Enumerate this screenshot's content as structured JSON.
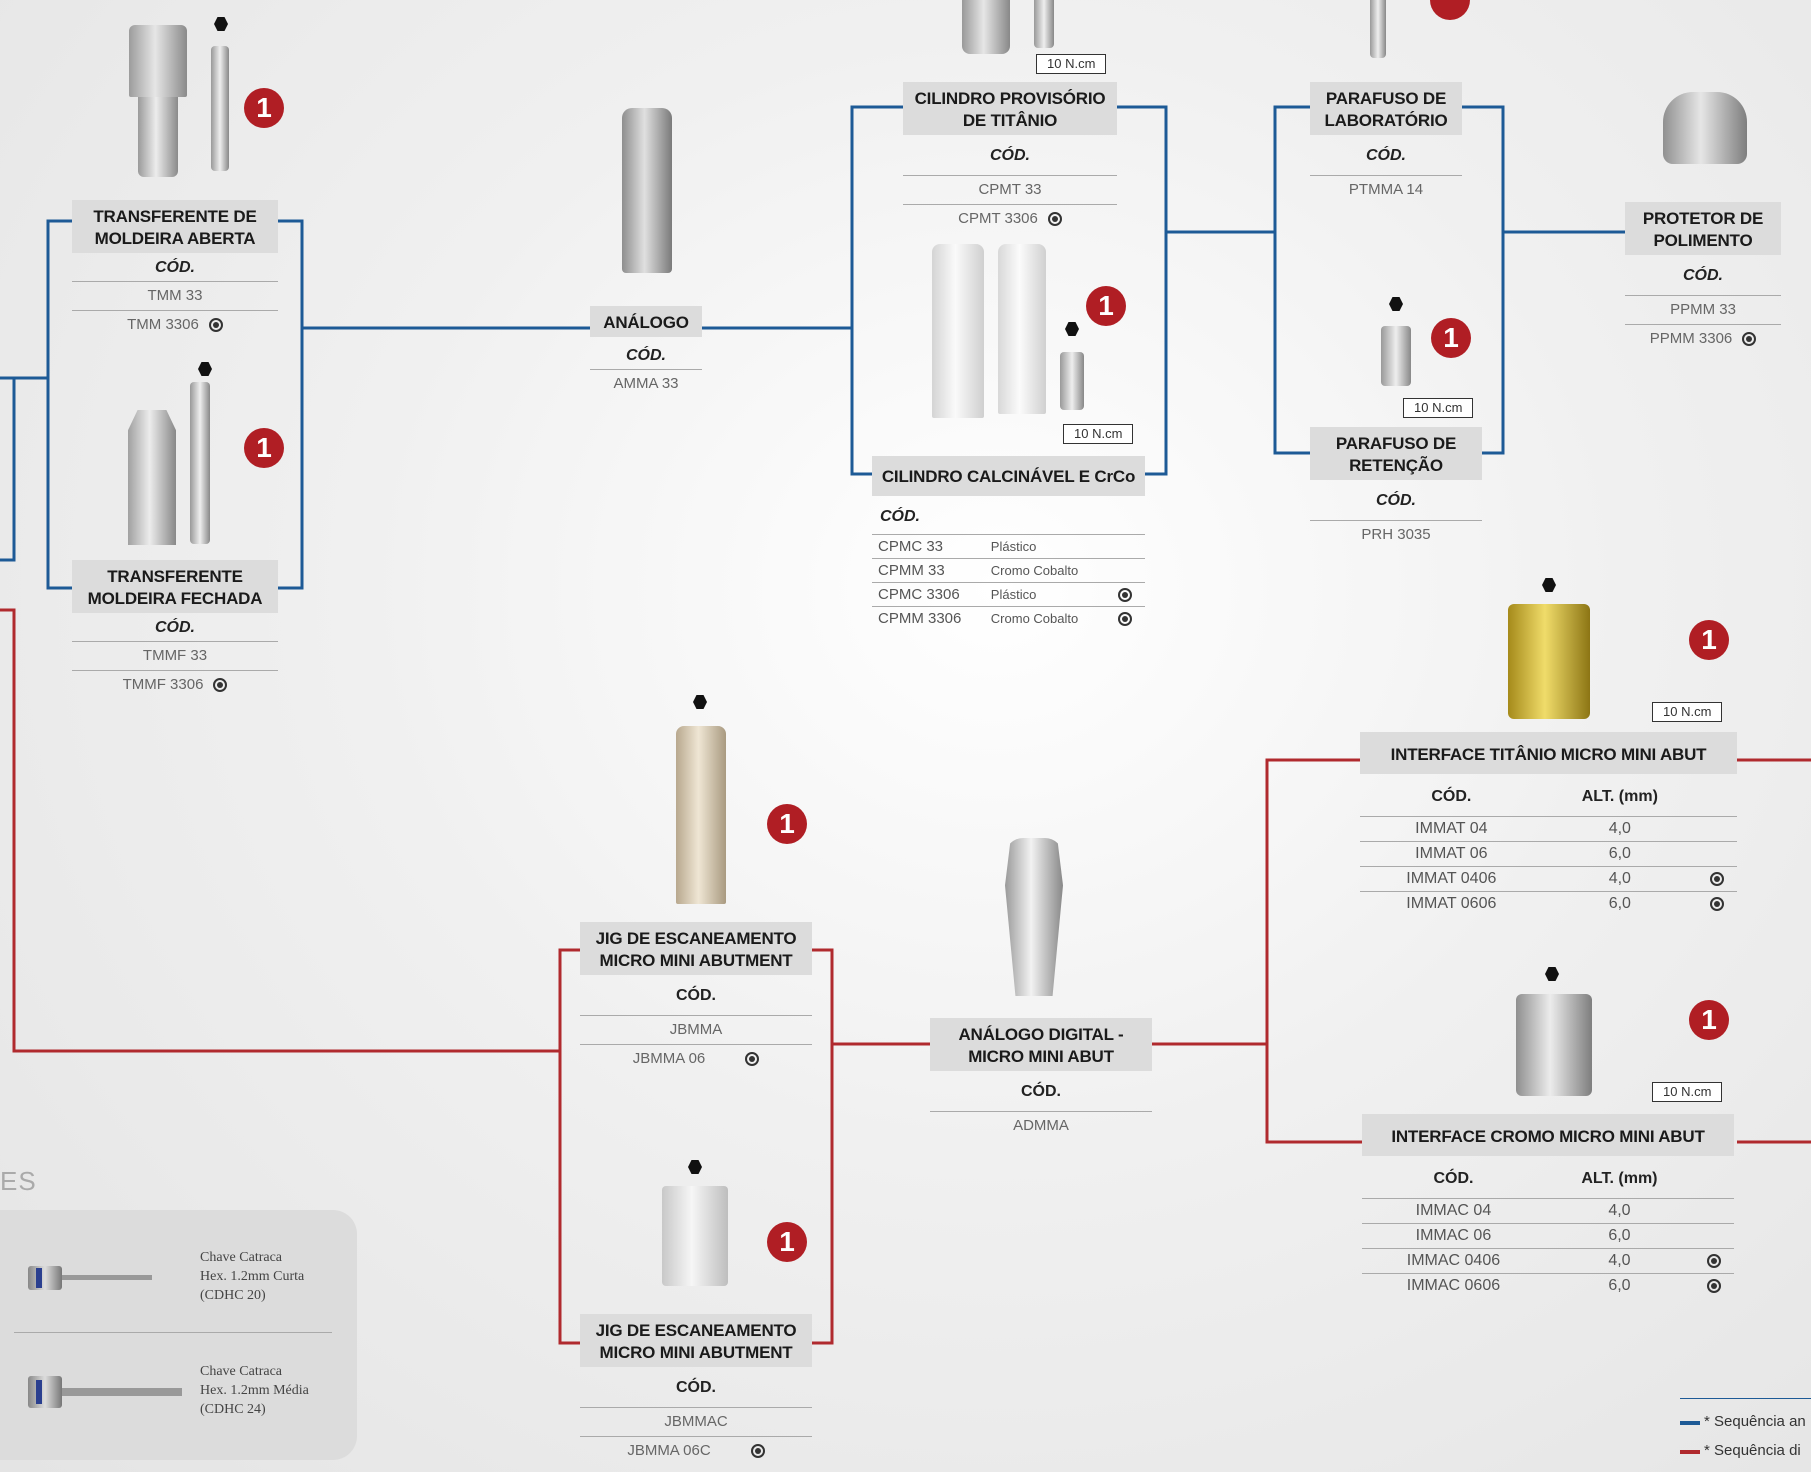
{
  "colors": {
    "blue_line": "#1d5a96",
    "red_line": "#b02a2e",
    "badge": "#b01e24",
    "title_bg": "#dcdcdc"
  },
  "cards": {
    "tmm": {
      "title": "TRANSFERENTE DE MOLDEIRA ABERTA",
      "cod": "CÓD.",
      "codes": [
        "TMM 33",
        "TMM 3306"
      ]
    },
    "tmmf": {
      "title": "TRANSFERENTE MOLDEIRA FECHADA",
      "cod": "CÓD.",
      "codes": [
        "TMMF 33",
        "TMMF 3306"
      ]
    },
    "analogo": {
      "title": "ANÁLOGO",
      "cod": "CÓD.",
      "codes": [
        "AMMA 33"
      ]
    },
    "cpmt": {
      "title": "CILINDRO PROVISÓRIO DE TITÂNIO",
      "cod": "CÓD.",
      "codes": [
        "CPMT 33",
        "CPMT 3306"
      ]
    },
    "cpmc": {
      "title": "CILINDRO CALCINÁVEL E CrCo",
      "cod": "CÓD.",
      "rows": [
        {
          "code": "CPMC 33",
          "material": "Plástico"
        },
        {
          "code": "CPMM 33",
          "material": "Cromo Cobalto"
        },
        {
          "code": "CPMC 3306",
          "material": "Plástico"
        },
        {
          "code": "CPMM 3306",
          "material": "Cromo Cobalto"
        }
      ]
    },
    "ptmma": {
      "title": "PARAFUSO DE LABORATÓRIO",
      "cod": "CÓD.",
      "codes": [
        "PTMMA 14"
      ]
    },
    "prh": {
      "title": "PARAFUSO DE RETENÇÃO",
      "cod": "CÓD.",
      "codes": [
        "PRH 3035"
      ]
    },
    "ppmm": {
      "title": "PROTETOR DE POLIMENTO",
      "cod": "CÓD.",
      "codes": [
        "PPMM 33",
        "PPMM 3306"
      ]
    },
    "jbmma": {
      "title": "JIG DE ESCANEAMENTO MICRO MINI ABUTMENT",
      "cod": "CÓD.",
      "codes": [
        "JBMMA",
        "JBMMA 06"
      ]
    },
    "jbmmac": {
      "title": "JIG DE ESCANEAMENTO MICRO MINI ABUTMENT",
      "cod": "CÓD.",
      "codes": [
        "JBMMAC",
        "JBMMA 06C"
      ]
    },
    "admma": {
      "title": "ANÁLOGO DIGITAL - MICRO MINI ABUT",
      "cod": "CÓD.",
      "codes": [
        "ADMMA"
      ]
    },
    "immat": {
      "title": "INTERFACE TITÂNIO MICRO MINI ABUT",
      "col1": "CÓD.",
      "col2": "ALT. (mm)",
      "rows": [
        {
          "code": "IMMAT 04",
          "alt": "4,0"
        },
        {
          "code": "IMMAT 06",
          "alt": "6,0"
        },
        {
          "code": "IMMAT 0406",
          "alt": "4,0"
        },
        {
          "code": "IMMAT 0606",
          "alt": "6,0"
        }
      ]
    },
    "immac": {
      "title": "INTERFACE CROMO MICRO MINI ABUT",
      "col1": "CÓD.",
      "col2": "ALT. (mm)",
      "rows": [
        {
          "code": "IMMAC 04",
          "alt": "4,0"
        },
        {
          "code": "IMMAC 06",
          "alt": "6,0"
        },
        {
          "code": "IMMAC 0406",
          "alt": "4,0"
        },
        {
          "code": "IMMAC 0606",
          "alt": "6,0"
        }
      ]
    }
  },
  "torque": "10 N.cm",
  "badge_label": "1",
  "tools": {
    "section_label": "ES",
    "items": [
      {
        "line1": "Chave Catraca",
        "line2": "Hex. 1.2mm Curta",
        "line3": "(CDHC 20)"
      },
      {
        "line1": "Chave Catraca",
        "line2": "Hex. 1.2mm Média",
        "line3": "(CDHC 24)"
      }
    ]
  },
  "legend": {
    "blue": "* Sequência an",
    "red": "* Sequência di"
  }
}
